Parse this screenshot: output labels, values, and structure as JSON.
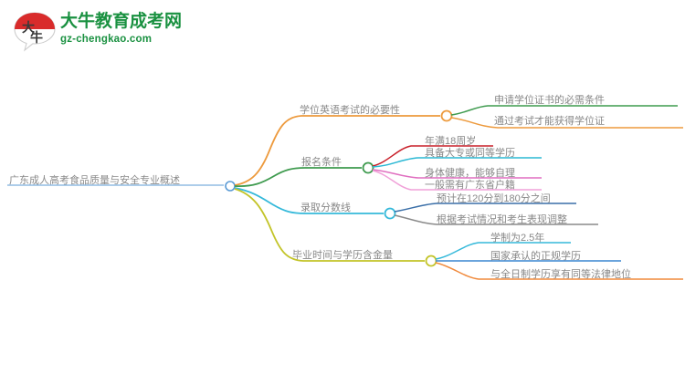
{
  "logo": {
    "icon": "daniu-speech-bubble-logo",
    "company_cn": "大牛教育成考网",
    "company_en": "gz-chengkao.com",
    "mark_text": "大牛",
    "brand_color": "#1a9141",
    "mark_accent_color": "#d92b2b"
  },
  "mindmap": {
    "root": {
      "label": "广东成人高考食品质量与安全专业概述",
      "underline_color": "#5b9bd5",
      "dot_color": "#5b9bd5"
    },
    "branches": [
      {
        "label": "学位英语考试的必要性",
        "color": "#ed9a3d",
        "dot_color": "#ed9a3d",
        "children": [
          {
            "label": "申请学位证书的必需条件",
            "color": "#3f9b4f"
          },
          {
            "label": "通过考试才能获得学位证",
            "color": "#ed9a3d"
          }
        ]
      },
      {
        "label": "报名条件",
        "color": "#3f9b4f",
        "dot_color": "#3f9b4f",
        "children": [
          {
            "label": "年满18周岁",
            "color": "#c9202a"
          },
          {
            "label": "具备大专或同等学历",
            "color": "#2bb8d4"
          },
          {
            "label": "身体健康，能够自理",
            "color": "#e06fc0"
          },
          {
            "label": "一般需有广东省户籍",
            "color": "#f0a0d8"
          }
        ]
      },
      {
        "label": "录取分数线",
        "color": "#35b9da",
        "dot_color": "#35b9da",
        "children": [
          {
            "label": "预计在120分到180分之间",
            "color": "#3a6fa8"
          },
          {
            "label": "根据考试情况和考生表现调整",
            "color": "#8a8a8a"
          }
        ]
      },
      {
        "label": "毕业时间与学历含金量",
        "color": "#c3c429",
        "dot_color": "#c3c429",
        "children": [
          {
            "label": "学制为2.5年",
            "color": "#35b9da"
          },
          {
            "label": "国家承认的正规学历",
            "color": "#3a86d0"
          },
          {
            "label": "与全日制学历享有同等法律地位",
            "color": "#f08a3c"
          }
        ]
      }
    ]
  }
}
